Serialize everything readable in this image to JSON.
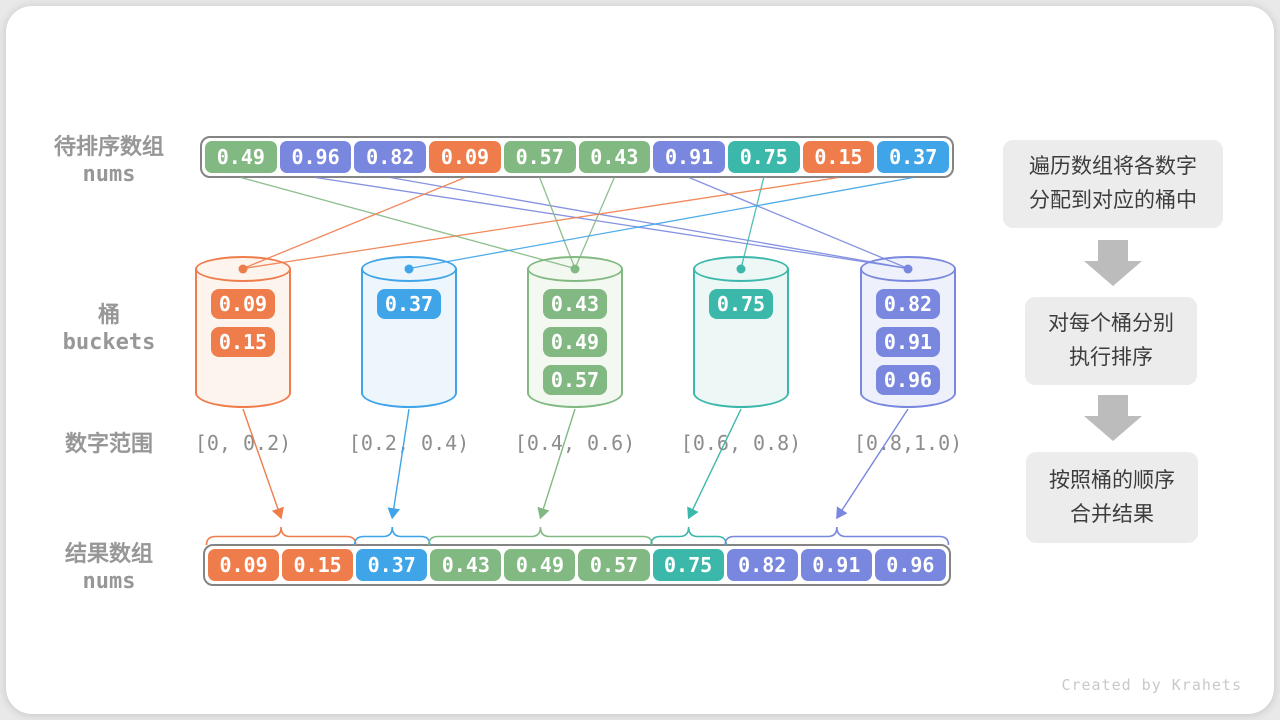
{
  "palette": {
    "orange": "#EF7D4C",
    "blue": "#3FA4E8",
    "green": "#82B982",
    "teal": "#3CB8AB",
    "purple": "#7987DE",
    "orange_fill": "#FDF4ED",
    "blue_fill": "#EDF6FC",
    "green_fill": "#F3F8F1",
    "teal_fill": "#EDF7F5",
    "purple_fill": "#EEF1FB",
    "label_gray": "#979797",
    "step_arrow_gray": "#BCBCBC",
    "watermark_gray": "#C9C9C9"
  },
  "source_array": {
    "label_zh": "待排序数组",
    "label_code": "nums",
    "cells": [
      {
        "value": "0.49",
        "color": "green",
        "bucket": 2
      },
      {
        "value": "0.96",
        "color": "purple",
        "bucket": 4
      },
      {
        "value": "0.82",
        "color": "purple",
        "bucket": 4
      },
      {
        "value": "0.09",
        "color": "orange",
        "bucket": 0
      },
      {
        "value": "0.57",
        "color": "green",
        "bucket": 2
      },
      {
        "value": "0.43",
        "color": "green",
        "bucket": 2
      },
      {
        "value": "0.91",
        "color": "purple",
        "bucket": 4
      },
      {
        "value": "0.75",
        "color": "teal",
        "bucket": 3
      },
      {
        "value": "0.15",
        "color": "orange",
        "bucket": 0
      },
      {
        "value": "0.37",
        "color": "blue",
        "bucket": 1
      }
    ]
  },
  "buckets": {
    "label_zh": "桶",
    "label_code": "buckets",
    "items": [
      {
        "color": "orange",
        "values": [
          "0.09",
          "0.15"
        ]
      },
      {
        "color": "blue",
        "values": [
          "0.37"
        ]
      },
      {
        "color": "green",
        "values": [
          "0.43",
          "0.49",
          "0.57"
        ]
      },
      {
        "color": "teal",
        "values": [
          "0.75"
        ]
      },
      {
        "color": "purple",
        "values": [
          "0.82",
          "0.91",
          "0.96"
        ]
      }
    ]
  },
  "range_row": {
    "label": "数字范围",
    "values": [
      "[0, 0.2)",
      "[0.2, 0.4)",
      "[0.4, 0.6)",
      "[0.6, 0.8)",
      "[0.8,1.0)"
    ]
  },
  "result_array": {
    "label_zh": "结果数组",
    "label_code": "nums",
    "cells": [
      {
        "value": "0.09",
        "color": "orange"
      },
      {
        "value": "0.15",
        "color": "orange"
      },
      {
        "value": "0.37",
        "color": "blue"
      },
      {
        "value": "0.43",
        "color": "green"
      },
      {
        "value": "0.49",
        "color": "green"
      },
      {
        "value": "0.57",
        "color": "green"
      },
      {
        "value": "0.75",
        "color": "teal"
      },
      {
        "value": "0.82",
        "color": "purple"
      },
      {
        "value": "0.91",
        "color": "purple"
      },
      {
        "value": "0.96",
        "color": "purple"
      }
    ],
    "groups": [
      {
        "color": "orange",
        "from": 0,
        "to": 1
      },
      {
        "color": "blue",
        "from": 2,
        "to": 2
      },
      {
        "color": "green",
        "from": 3,
        "to": 5
      },
      {
        "color": "teal",
        "from": 6,
        "to": 6
      },
      {
        "color": "purple",
        "from": 7,
        "to": 9
      }
    ]
  },
  "steps": {
    "boxes": [
      {
        "lines": [
          "遍历数组将各数字",
          "分配到对应的桶中"
        ]
      },
      {
        "lines": [
          "对每个桶分别",
          "执行排序"
        ]
      },
      {
        "lines": [
          "按照桶的顺序",
          "合并结果"
        ]
      }
    ]
  },
  "watermark": "Created by Krahets"
}
